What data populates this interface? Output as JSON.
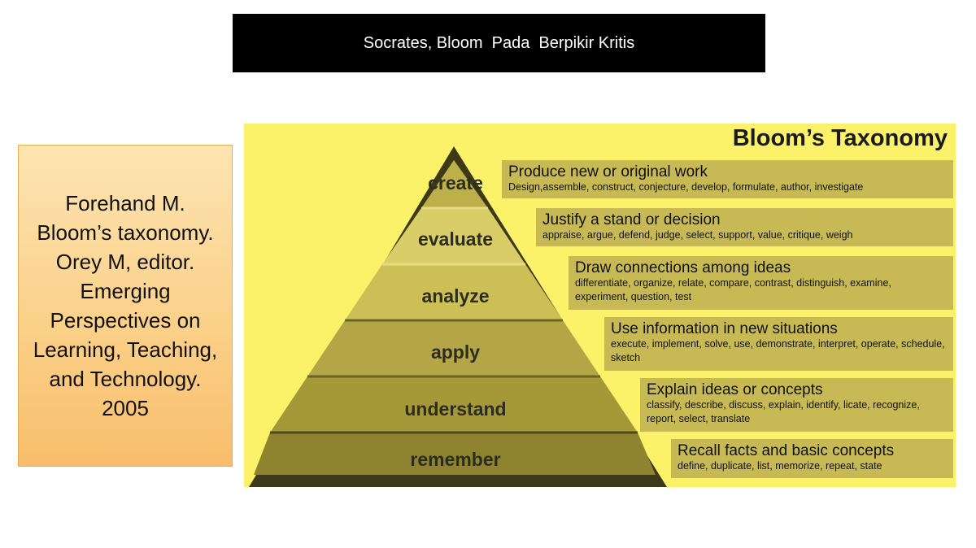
{
  "slide_title": "Socrates, Bloom  Pada  Berpikir Kritis",
  "citation": "Forehand M. Bloom’s taxonomy. Orey M, editor. Emerging Perspectives on Learning, Teaching, and Technology. 2005",
  "panel_title": "Bloom’s Taxonomy",
  "levels": [
    {
      "word": "create",
      "heading": "Produce new or original work",
      "verbs": "Design,assemble, construct, conjecture, develop, formulate, author, investigate"
    },
    {
      "word": "evaluate",
      "heading": "Justify a stand or decision",
      "verbs": "appraise, argue, defend, judge, select, support, value, critique, weigh"
    },
    {
      "word": "analyze",
      "heading": "Draw connections among ideas",
      "verbs": "differentiate, organize, relate, compare, contrast, distinguish, examine, experiment, question, test"
    },
    {
      "word": "apply",
      "heading": "Use information in new situations",
      "verbs": "execute, implement, solve, use, demonstrate, interpret, operate, schedule, sketch"
    },
    {
      "word": "understand",
      "heading": "Explain ideas or concepts",
      "verbs": "classify, describe, discuss, explain, identify, licate, recognize, report, select, translate"
    },
    {
      "word": "remember",
      "heading": "Recall facts and basic concepts",
      "verbs": "define, duplicate, list, memorize, repeat, state"
    }
  ],
  "colors": {
    "panel_bg": "#fbf26a",
    "desc_box": "#c7b954",
    "pyramid_tiers": [
      "#bdb04a",
      "#d8cd67",
      "#cbbf56",
      "#b4a646",
      "#a59838",
      "#8e8430"
    ],
    "pyramid_dark": "#3e3a17"
  }
}
